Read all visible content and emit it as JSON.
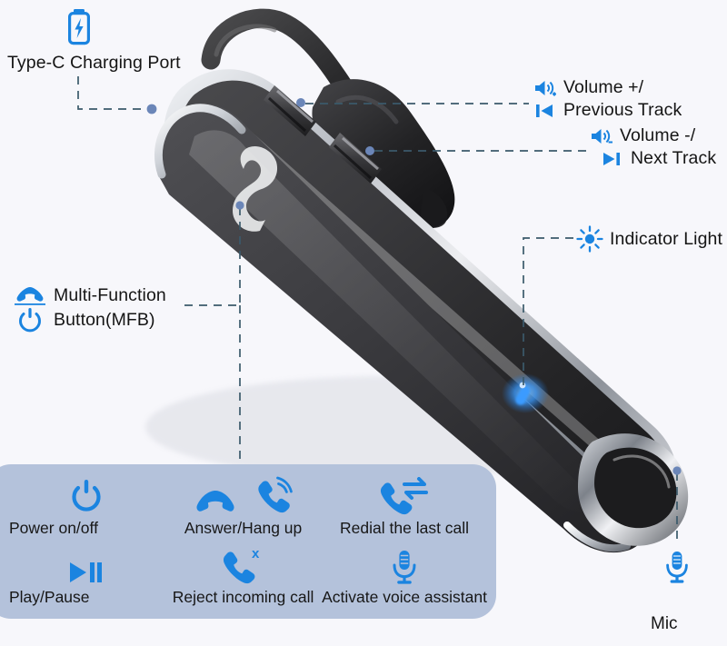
{
  "background_color": "#f7f7fb",
  "accent_blue": "#1b84e0",
  "leader_color": "#3b5a6b",
  "panel_color": "#b4c2db",
  "product": {
    "name": "bluetooth-headset",
    "body_color": "#2b2b2d",
    "chrome_color": "#c9ccd1",
    "led_color": "#2f8fff"
  },
  "callouts": [
    {
      "id": "charging-port",
      "icon": "battery-charging-icon",
      "lines": [
        "Type-C Charging Port"
      ]
    },
    {
      "id": "volume-up",
      "icons": [
        "volume-up-icon",
        "previous-track-icon"
      ],
      "lines": [
        "Volume +/",
        "Previous Track"
      ]
    },
    {
      "id": "volume-down",
      "icons": [
        "volume-down-icon",
        "next-track-icon"
      ],
      "lines": [
        "Volume -/",
        "Next Track"
      ]
    },
    {
      "id": "indicator-light",
      "icon": "indicator-light-icon",
      "lines": [
        "Indicator Light"
      ]
    },
    {
      "id": "multi-function-button",
      "icons": [
        "hang-up-icon",
        "power-icon"
      ],
      "lines": [
        "Multi-Function",
        "Button(MFB)"
      ]
    },
    {
      "id": "mic",
      "icon": "microphone-icon",
      "lines": [
        "Mic"
      ]
    }
  ],
  "legend": {
    "items": [
      {
        "id": "power",
        "icons": [
          "power-icon"
        ],
        "label": "Power on/off"
      },
      {
        "id": "answer-hangup",
        "icons": [
          "hang-up-icon",
          "ringing-phone-icon"
        ],
        "label": "Answer/Hang up"
      },
      {
        "id": "redial",
        "icons": [
          "redial-phone-icon"
        ],
        "label": "Redial the last call"
      },
      {
        "id": "play-pause",
        "icons": [
          "play-pause-icon"
        ],
        "label": "Play/Pause"
      },
      {
        "id": "reject-call",
        "icons": [
          "reject-call-icon"
        ],
        "label": "Reject incoming call"
      },
      {
        "id": "voice-assistant",
        "icons": [
          "microphone-icon"
        ],
        "label": "Activate voice assistant"
      }
    ]
  }
}
